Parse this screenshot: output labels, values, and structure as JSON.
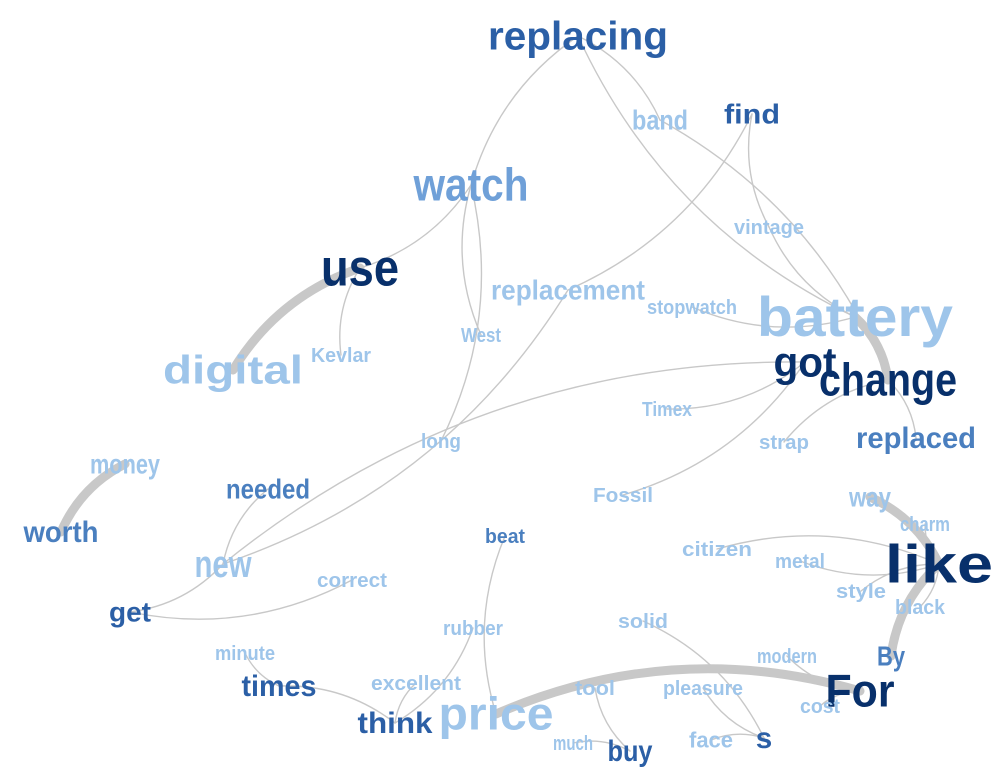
{
  "colors": {
    "link": "#c8c8c8",
    "link_strong": "#c8c8c8",
    "tier1": "#08306b",
    "tier2": "#2b5fa6",
    "tier3": "#4a7fbf",
    "tier4": "#6fa0d8",
    "tier5": "#9ec5ea"
  },
  "words": [
    {
      "id": "replacing",
      "text": "replacing",
      "tier": 2,
      "weight": 5
    },
    {
      "id": "band",
      "text": "band",
      "tier": 5,
      "weight": 3
    },
    {
      "id": "find",
      "text": "find",
      "tier": 2,
      "weight": 2
    },
    {
      "id": "watch",
      "text": "watch",
      "tier": 4,
      "weight": 6
    },
    {
      "id": "vintage",
      "text": "vintage",
      "tier": 5,
      "weight": 1
    },
    {
      "id": "use",
      "text": "use",
      "tier": 1,
      "weight": 8
    },
    {
      "id": "replacement",
      "text": "replacement",
      "tier": 5,
      "weight": 4
    },
    {
      "id": "stopwatch",
      "text": "stopwatch",
      "tier": 5,
      "weight": 1
    },
    {
      "id": "battery",
      "text": "battery",
      "tier": 5,
      "weight": 9
    },
    {
      "id": "west",
      "text": "West",
      "tier": 5,
      "weight": 1
    },
    {
      "id": "kevlar",
      "text": "Kevlar",
      "tier": 5,
      "weight": 1
    },
    {
      "id": "digital",
      "text": "digital",
      "tier": 5,
      "weight": 5
    },
    {
      "id": "got",
      "text": "got",
      "tier": 1,
      "weight": 5
    },
    {
      "id": "change",
      "text": "change",
      "tier": 1,
      "weight": 7
    },
    {
      "id": "timex",
      "text": "Timex",
      "tier": 5,
      "weight": 1
    },
    {
      "id": "strap",
      "text": "strap",
      "tier": 5,
      "weight": 1
    },
    {
      "id": "replaced",
      "text": "replaced",
      "tier": 3,
      "weight": 3
    },
    {
      "id": "long",
      "text": "long",
      "tier": 5,
      "weight": 1
    },
    {
      "id": "money",
      "text": "money",
      "tier": 5,
      "weight": 3
    },
    {
      "id": "needed",
      "text": "needed",
      "tier": 3,
      "weight": 3
    },
    {
      "id": "fossil",
      "text": "Fossil",
      "tier": 5,
      "weight": 1
    },
    {
      "id": "way",
      "text": "way",
      "tier": 5,
      "weight": 3
    },
    {
      "id": "worth",
      "text": "worth",
      "tier": 3,
      "weight": 4
    },
    {
      "id": "charm",
      "text": "charm",
      "tier": 5,
      "weight": 1
    },
    {
      "id": "beat",
      "text": "beat",
      "tier": 3,
      "weight": 1
    },
    {
      "id": "new",
      "text": "new",
      "tier": 5,
      "weight": 5
    },
    {
      "id": "citizen",
      "text": "citizen",
      "tier": 5,
      "weight": 1
    },
    {
      "id": "like",
      "text": "like",
      "tier": 1,
      "weight": 9
    },
    {
      "id": "metal",
      "text": "metal",
      "tier": 5,
      "weight": 1
    },
    {
      "id": "correct",
      "text": "correct",
      "tier": 5,
      "weight": 1
    },
    {
      "id": "style",
      "text": "style",
      "tier": 5,
      "weight": 1
    },
    {
      "id": "get",
      "text": "get",
      "tier": 2,
      "weight": 3
    },
    {
      "id": "black",
      "text": "black",
      "tier": 5,
      "weight": 1
    },
    {
      "id": "rubber",
      "text": "rubber",
      "tier": 5,
      "weight": 1
    },
    {
      "id": "solid",
      "text": "solid",
      "tier": 5,
      "weight": 1
    },
    {
      "id": "minute",
      "text": "minute",
      "tier": 5,
      "weight": 1
    },
    {
      "id": "modern",
      "text": "modern",
      "tier": 5,
      "weight": 1
    },
    {
      "id": "by",
      "text": "By",
      "tier": 3,
      "weight": 3
    },
    {
      "id": "times",
      "text": "times",
      "tier": 2,
      "weight": 4
    },
    {
      "id": "excellent",
      "text": "excellent",
      "tier": 5,
      "weight": 1
    },
    {
      "id": "tool",
      "text": "tool",
      "tier": 5,
      "weight": 1
    },
    {
      "id": "pleasure",
      "text": "pleasure",
      "tier": 5,
      "weight": 1
    },
    {
      "id": "for",
      "text": "For",
      "tier": 1,
      "weight": 7
    },
    {
      "id": "price",
      "text": "price",
      "tier": 5,
      "weight": 8
    },
    {
      "id": "cost",
      "text": "cost",
      "tier": 5,
      "weight": 1
    },
    {
      "id": "think",
      "text": "think",
      "tier": 2,
      "weight": 4
    },
    {
      "id": "much",
      "text": "much",
      "tier": 5,
      "weight": 1
    },
    {
      "id": "buy",
      "text": "buy",
      "tier": 2,
      "weight": 4
    },
    {
      "id": "face",
      "text": "face",
      "tier": 5,
      "weight": 1
    },
    {
      "id": "s",
      "text": "s",
      "tier": 2,
      "weight": 4
    }
  ],
  "links": [
    {
      "source": "use",
      "target": "digital",
      "strength": 3
    },
    {
      "source": "battery",
      "target": "change",
      "strength": 3
    },
    {
      "source": "money",
      "target": "worth",
      "strength": 3
    },
    {
      "source": "way",
      "target": "like",
      "strength": 3
    },
    {
      "source": "like",
      "target": "by",
      "strength": 3
    },
    {
      "source": "price",
      "target": "for",
      "strength": 3
    },
    {
      "source": "replacing",
      "target": "watch",
      "strength": 1
    },
    {
      "source": "replacing",
      "target": "band",
      "strength": 1
    },
    {
      "source": "replacing",
      "target": "battery",
      "strength": 1
    },
    {
      "source": "band",
      "target": "change",
      "strength": 1
    },
    {
      "source": "find",
      "target": "vintage",
      "strength": 1
    },
    {
      "source": "find",
      "target": "replacement",
      "strength": 1
    },
    {
      "source": "vintage",
      "target": "battery",
      "strength": 1
    },
    {
      "source": "watch",
      "target": "use",
      "strength": 1
    },
    {
      "source": "watch",
      "target": "west",
      "strength": 1
    },
    {
      "source": "watch",
      "target": "long",
      "strength": 1
    },
    {
      "source": "use",
      "target": "kevlar",
      "strength": 1
    },
    {
      "source": "replacement",
      "target": "new",
      "strength": 1
    },
    {
      "source": "stopwatch",
      "target": "battery",
      "strength": 1
    },
    {
      "source": "got",
      "target": "timex",
      "strength": 1
    },
    {
      "source": "got",
      "target": "new",
      "strength": 1
    },
    {
      "source": "got",
      "target": "fossil",
      "strength": 1
    },
    {
      "source": "change",
      "target": "strap",
      "strength": 1
    },
    {
      "source": "change",
      "target": "replaced",
      "strength": 1
    },
    {
      "source": "needed",
      "target": "new",
      "strength": 1
    },
    {
      "source": "new",
      "target": "get",
      "strength": 1
    },
    {
      "source": "get",
      "target": "correct",
      "strength": 1
    },
    {
      "source": "like",
      "target": "charm",
      "strength": 1
    },
    {
      "source": "like",
      "target": "citizen",
      "strength": 1
    },
    {
      "source": "like",
      "target": "metal",
      "strength": 1
    },
    {
      "source": "like",
      "target": "style",
      "strength": 1
    },
    {
      "source": "like",
      "target": "black",
      "strength": 1
    },
    {
      "source": "beat",
      "target": "price",
      "strength": 1
    },
    {
      "source": "rubber",
      "target": "think",
      "strength": 1
    },
    {
      "source": "minute",
      "target": "times",
      "strength": 1
    },
    {
      "source": "times",
      "target": "think",
      "strength": 1
    },
    {
      "source": "excellent",
      "target": "think",
      "strength": 1
    },
    {
      "source": "solid",
      "target": "s",
      "strength": 1
    },
    {
      "source": "pleasure",
      "target": "s",
      "strength": 1
    },
    {
      "source": "face",
      "target": "s",
      "strength": 1
    },
    {
      "source": "modern",
      "target": "for",
      "strength": 1
    },
    {
      "source": "cost",
      "target": "for",
      "strength": 1
    },
    {
      "source": "tool",
      "target": "buy",
      "strength": 1
    },
    {
      "source": "much",
      "target": "buy",
      "strength": 1
    }
  ]
}
